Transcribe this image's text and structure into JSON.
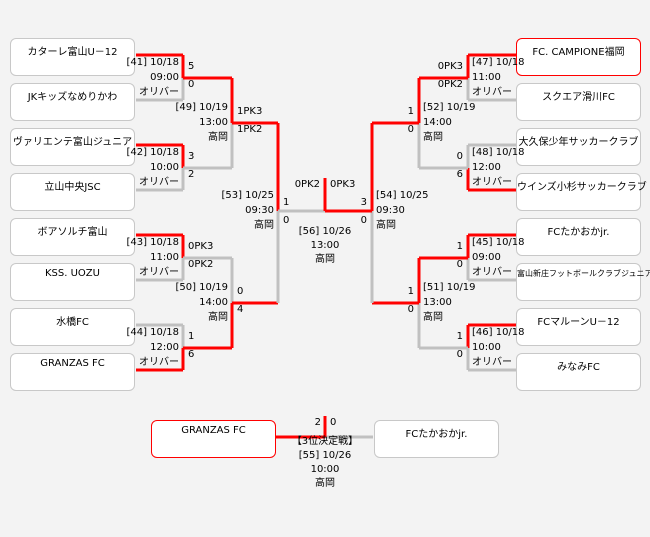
{
  "colors": {
    "winner_line": "#ff0000",
    "loser_line": "#c0c0c0",
    "highlight_border": "#ff0000"
  },
  "teams_left": [
    {
      "name": "カターレ富山U－12"
    },
    {
      "name": "JKキッズなめりかわ"
    },
    {
      "name": "ヴァリエンテ富山ジュニア"
    },
    {
      "name": "立山中央JSC"
    },
    {
      "name": "ボアソルチ富山"
    },
    {
      "name": "KSS. UOZU"
    },
    {
      "name": "水橋FC"
    },
    {
      "name": "GRANZAS FC"
    }
  ],
  "teams_right": [
    {
      "name": "FC. CAMPIONE福岡",
      "highlight": true
    },
    {
      "name": "スクエア滑川FC"
    },
    {
      "name": "大久保少年サッカークラブ"
    },
    {
      "name": "ウインズ小杉サッカークラブ"
    },
    {
      "name": "FCたかおかjr."
    },
    {
      "name": "富山新庄フットボールクラブジュニア",
      "small": true
    },
    {
      "name": "FCマルーンU－12"
    },
    {
      "name": "みなみFC"
    }
  ],
  "matches": {
    "m41": {
      "label": "[41] 10/18",
      "time": "09:00",
      "venue": "オリバー",
      "score_top": "5",
      "score_bottom": "0"
    },
    "m42": {
      "label": "[42] 10/18",
      "time": "10:00",
      "venue": "オリバー",
      "score_top": "3",
      "score_bottom": "2"
    },
    "m43": {
      "label": "[43] 10/18",
      "time": "11:00",
      "venue": "オリバー",
      "score_top": "0PK3",
      "score_bottom": "0PK2"
    },
    "m44": {
      "label": "[44] 10/18",
      "time": "12:00",
      "venue": "オリバー",
      "score_top": "1",
      "score_bottom": "6"
    },
    "m49": {
      "label": "[49] 10/19",
      "time": "13:00",
      "venue": "高岡",
      "score_top": "1PK3",
      "score_bottom": "1PK2"
    },
    "m50": {
      "label": "[50] 10/19",
      "time": "14:00",
      "venue": "高岡",
      "score_top": "0",
      "score_bottom": "4"
    },
    "m53": {
      "label": "[53] 10/25",
      "time": "09:30",
      "venue": "高岡",
      "score_top": "1",
      "score_bottom": "0"
    },
    "m47": {
      "label": "[47] 10/18",
      "time": "11:00",
      "venue": "オリバー",
      "score_top": "0PK3",
      "score_bottom": "0PK2"
    },
    "m48": {
      "label": "[48] 10/18",
      "time": "12:00",
      "venue": "オリバー",
      "score_top": "0",
      "score_bottom": "6"
    },
    "m45": {
      "label": "[45] 10/18",
      "time": "09:00",
      "venue": "オリバー",
      "score_top": "1",
      "score_bottom": "0"
    },
    "m46": {
      "label": "[46] 10/18",
      "time": "10:00",
      "venue": "オリバー",
      "score_top": "1",
      "score_bottom": "0"
    },
    "m52": {
      "label": "[52] 10/19",
      "time": "14:00",
      "venue": "高岡",
      "score_top": "1",
      "score_bottom": "0"
    },
    "m51": {
      "label": "[51] 10/19",
      "time": "13:00",
      "venue": "高岡",
      "score_top": "1",
      "score_bottom": "0"
    },
    "m54": {
      "label": "[54] 10/25",
      "time": "09:30",
      "venue": "高岡",
      "score_top": "3",
      "score_bottom": "0"
    }
  },
  "final": {
    "label": "[56] 10/26",
    "time": "13:00",
    "venue": "高岡",
    "score_left": "0PK2",
    "score_right": "0PK3"
  },
  "third_place": {
    "title": "【3位決定戦】",
    "label": "[55] 10/26",
    "time": "10:00",
    "venue": "高岡",
    "team_left": "GRANZAS FC",
    "team_right": "FCたかおかjr.",
    "score_left": "2",
    "score_right": "0"
  }
}
